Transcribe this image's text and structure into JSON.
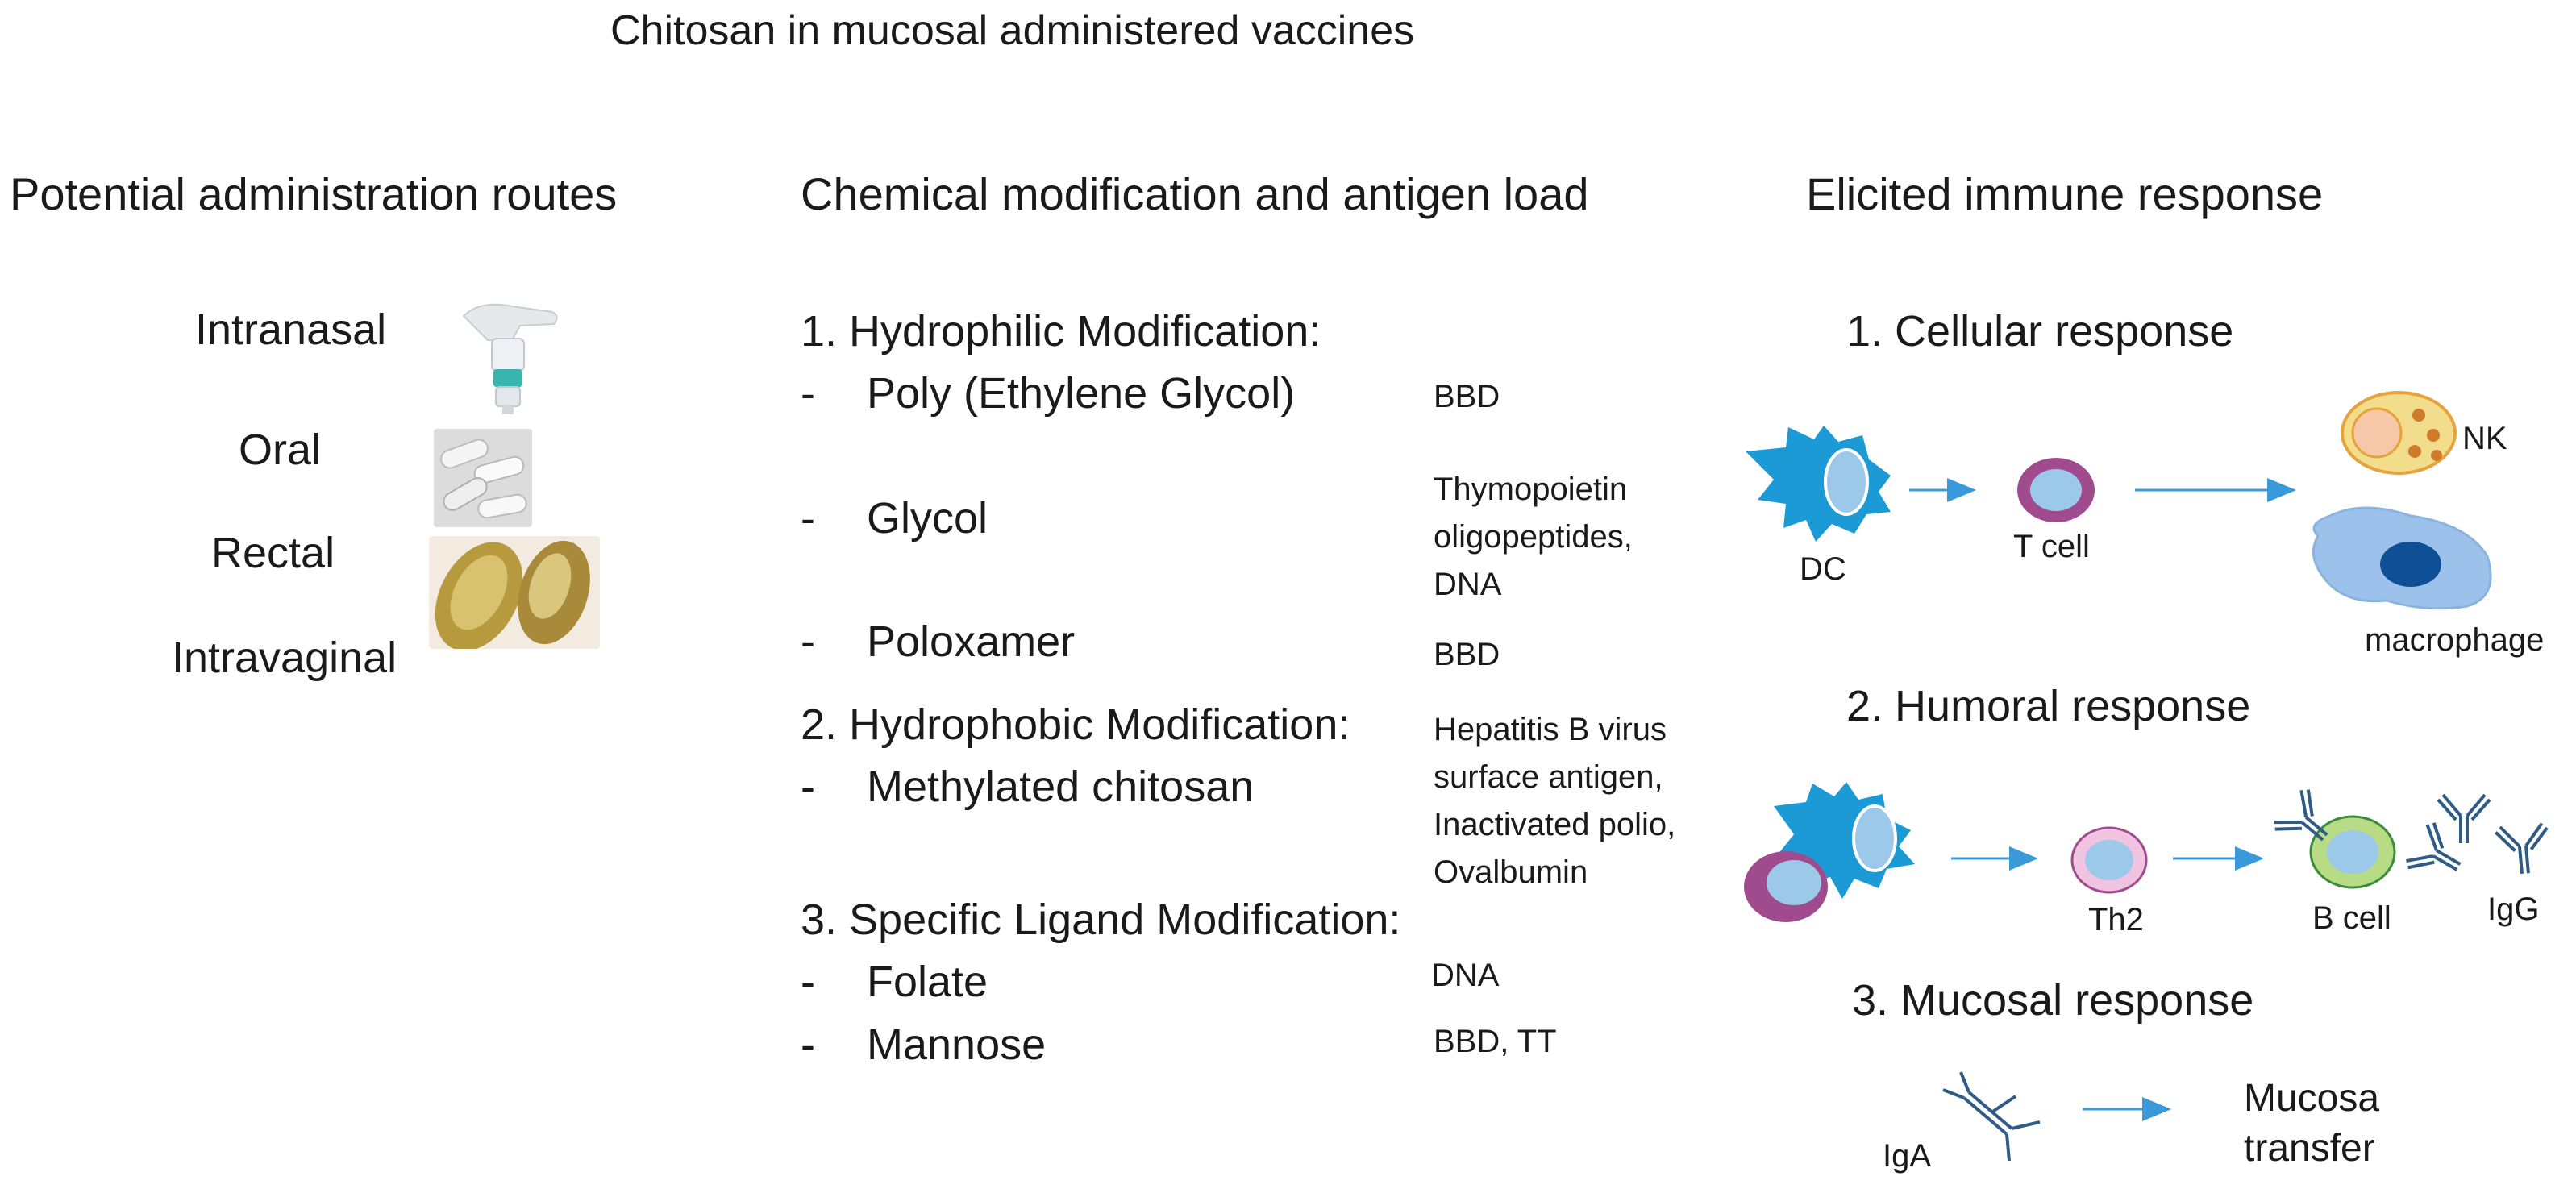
{
  "title": "Chitosan in mucosal administered vaccines",
  "columns": {
    "routes": "Potential administration routes",
    "chemistry": "Chemical modification and antigen load",
    "immune": "Elicited immune response"
  },
  "routes": [
    "Intranasal",
    "Oral",
    "Rectal",
    "Intravaginal"
  ],
  "modifications": {
    "hydrophilic": {
      "heading": "1. Hydrophilic Modification:",
      "items": [
        {
          "dash": "-",
          "name": "Poly (Ethylene Glycol)",
          "antigen": "BBD"
        },
        {
          "dash": "-",
          "name": "Glycol",
          "antigen": "Thymopoietin oligopeptides, DNA"
        },
        {
          "dash": "-",
          "name": "Poloxamer",
          "antigen": "BBD"
        }
      ]
    },
    "hydrophobic": {
      "heading": "2. Hydrophobic Modification:",
      "items": [
        {
          "dash": "-",
          "name": "Methylated chitosan",
          "antigen": "Hepatitis B virus surface antigen, Inactivated polio, Ovalbumin"
        }
      ]
    },
    "ligand": {
      "heading": "3. Specific Ligand Modification:",
      "items": [
        {
          "dash": "-",
          "name": "Folate",
          "antigen": "DNA"
        },
        {
          "dash": "-",
          "name": "Mannose",
          "antigen": "BBD, TT"
        }
      ]
    }
  },
  "responses": {
    "cellular": {
      "heading": "1. Cellular response",
      "labels": {
        "dc": "DC",
        "tcell": "T cell",
        "nk": "NK",
        "macrophage": "macrophage"
      }
    },
    "humoral": {
      "heading": "2. Humoral response",
      "labels": {
        "th2": "Th2",
        "bcell": "B cell",
        "igg": "IgG"
      }
    },
    "mucosal": {
      "heading": "3. Mucosal response",
      "labels": {
        "iga": "IgA",
        "transfer": "Mucosa transfer"
      }
    }
  },
  "colors": {
    "dc_blue": "#1b9ad6",
    "cell_light_blue": "#9cc9ea",
    "magenta": "#a14b8f",
    "arrow": "#3a9ad9",
    "nk_yellow": "#f2dd8c",
    "nk_outline": "#e6a23c",
    "macrophage": "#9cc2ec",
    "nucleus_dark": "#0e4f96",
    "bcell_green": "#b7dc85",
    "th2_pink": "#f0c3e0",
    "antibody": "#2f5c86"
  }
}
